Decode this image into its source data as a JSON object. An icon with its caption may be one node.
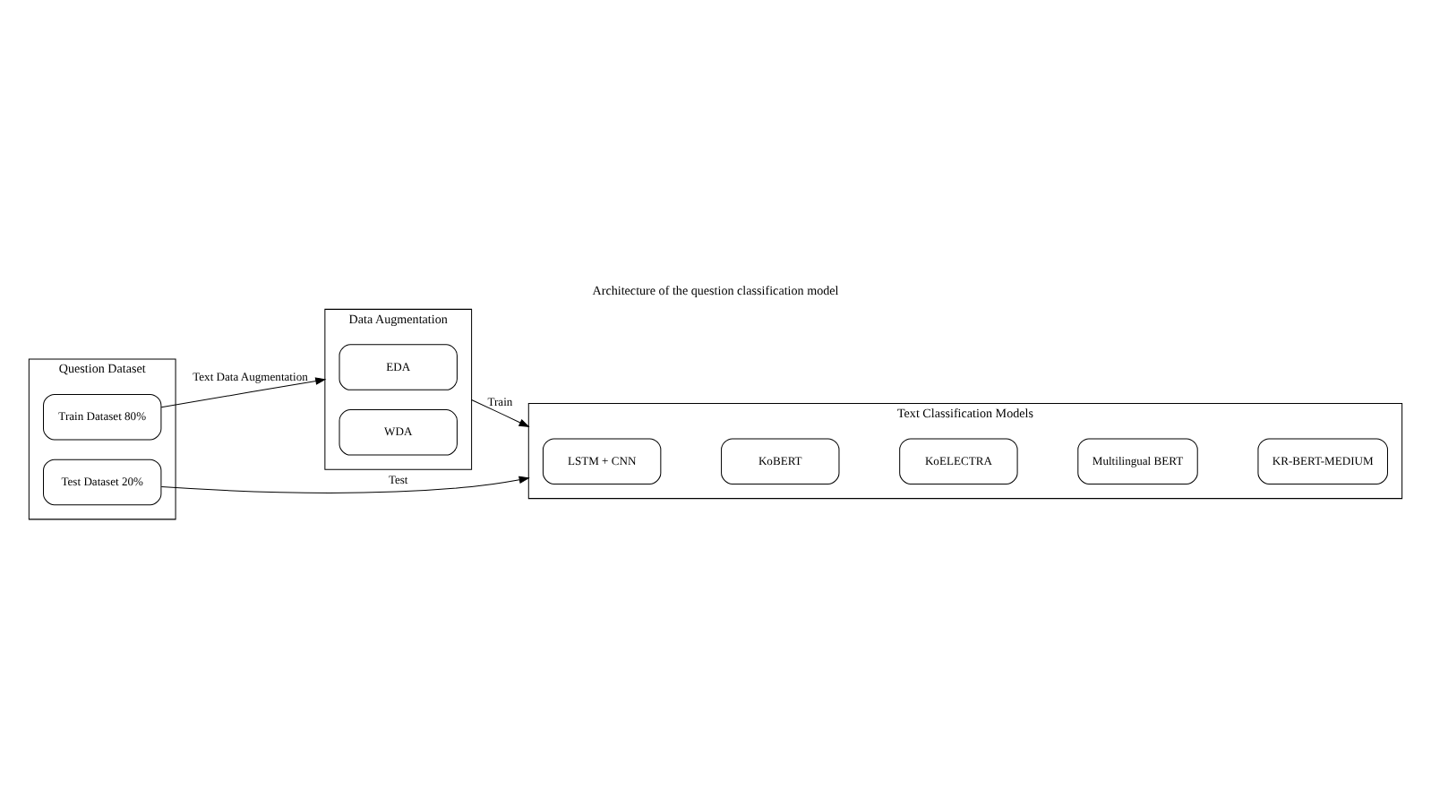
{
  "diagram": {
    "title": "Architecture of the question classification model",
    "nodes": [
      {
        "text": [
          "Question Dataset"
        ]
      },
      {
        "text": [
          "Train Dataset 80%"
        ],
        "in": 0
      },
      {
        "text": [
          "Test Dataset 20%"
        ],
        "in": 0
      },
      {
        "text": [
          "Data Augmentation"
        ]
      },
      {
        "text": [
          "EDA"
        ],
        "in": 3
      },
      {
        "text": [
          "WDA"
        ],
        "in": 3
      },
      {
        "text": [
          "Text Classification Models"
        ]
      },
      {
        "text": [
          "LSTM + CNN"
        ],
        "in": 6
      },
      {
        "text": [
          "KoBERT"
        ],
        "in": 6
      },
      {
        "text": [
          "KoELECTRA"
        ],
        "in": 6
      },
      {
        "text": [
          "Multilingual BERT"
        ],
        "in": 6
      },
      {
        "text": [
          "KR-BERT-MEDIUM"
        ],
        "in": 6
      }
    ],
    "edges": [
      {
        "from": 1,
        "to": 3,
        "arrow": "to",
        "label": "Text Data Augmentation"
      },
      {
        "from": 2,
        "to": 6,
        "arrow": "to",
        "label": "Test"
      },
      {
        "from": 3,
        "to": 6,
        "arrow": "to",
        "label": "Train"
      }
    ]
  }
}
